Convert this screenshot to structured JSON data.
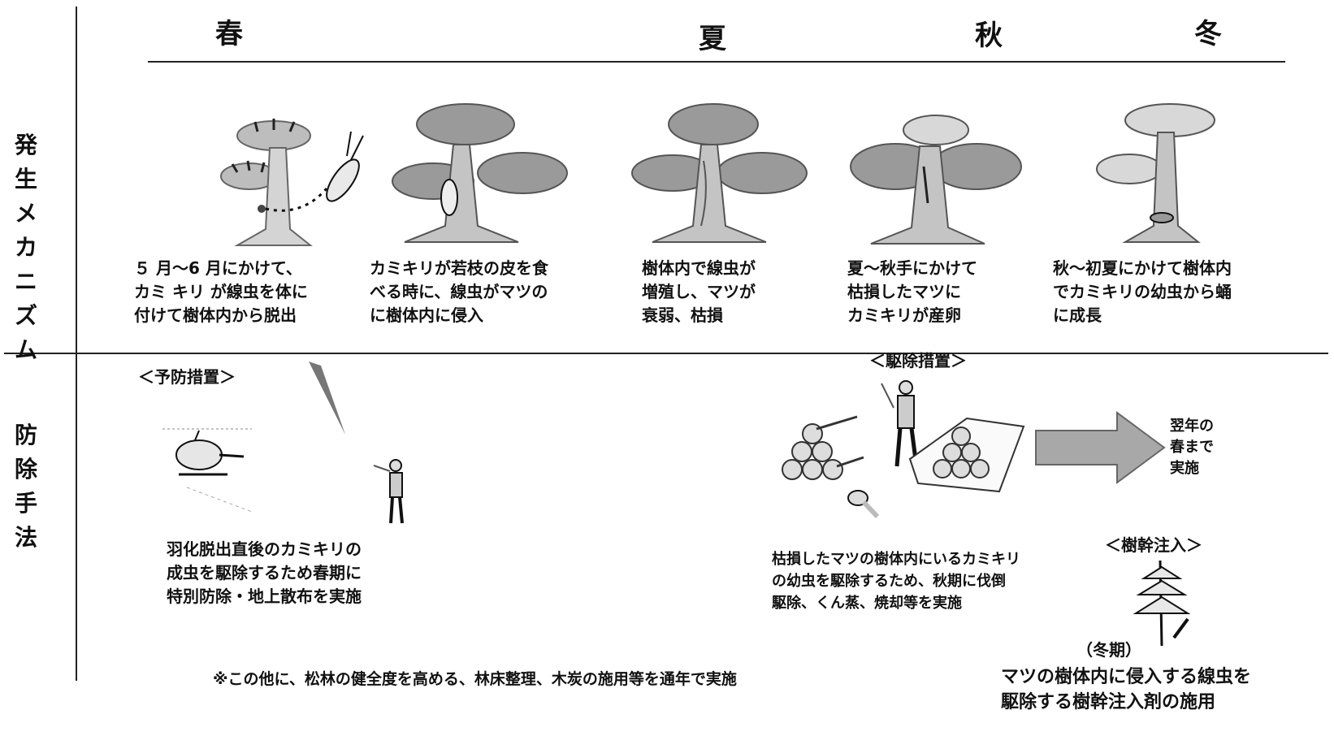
{
  "seasons": [
    "春",
    "夏",
    "秋",
    "冬"
  ],
  "rows": {
    "mechanism": "発\n生\nメ\nカ\nニ\nズ\nム",
    "control": "防\n除\n手\n法"
  },
  "mechanism_steps": [
    "５ 月～6 月にかけて、\nカミ キリ が線虫を体に\n付けて樹体内から脱出",
    "カミキリが若枝の皮を食\nべる時に、線虫がマツの\nに樹体内に侵入",
    "樹体内で線虫が\n増殖し、マツが\n衰弱、枯損",
    "夏～秋手にかけて\n枯損したマツに\nカミキリが産卵",
    "秋～初夏にかけて樹体内\nでカミキリの幼虫から蛹\nに成長"
  ],
  "prevention": {
    "header": "＜予防措置＞",
    "text": "羽化脱出直後のカミキリの\n成虫を駆除するため春期に\n特別防除・地上散布を実施"
  },
  "extermination": {
    "header": "＜駆除措置＞",
    "text": "枯損したマツの樹体内にいるカミキリ\nの幼虫を駆除するため、秋期に伐倒\n駆除、くん蒸、焼却等を実施",
    "arrow_text": "翌年の\n春まで\n実施"
  },
  "trunk_injection": {
    "header": "＜樹幹注入＞",
    "period": "（冬期）",
    "text": "マツの樹体内に侵入する線虫を\n駆除する樹幹注入剤の施用"
  },
  "footnote": "※この他に、松林の健全度を高める、林床整理、木炭の施用等を通年で実施",
  "colors": {
    "foliage": "#9a9a9a",
    "trunk": "#c4c4c4",
    "arrow": "#a8a8a8",
    "line": "#222222"
  },
  "icons": [
    "pine-tree-icon",
    "beetle-icon",
    "helicopter-icon",
    "sprayer-person-icon",
    "log-pile-icon",
    "worker-icon",
    "chainsaw-icon",
    "arrow-right-icon",
    "injected-tree-icon"
  ]
}
